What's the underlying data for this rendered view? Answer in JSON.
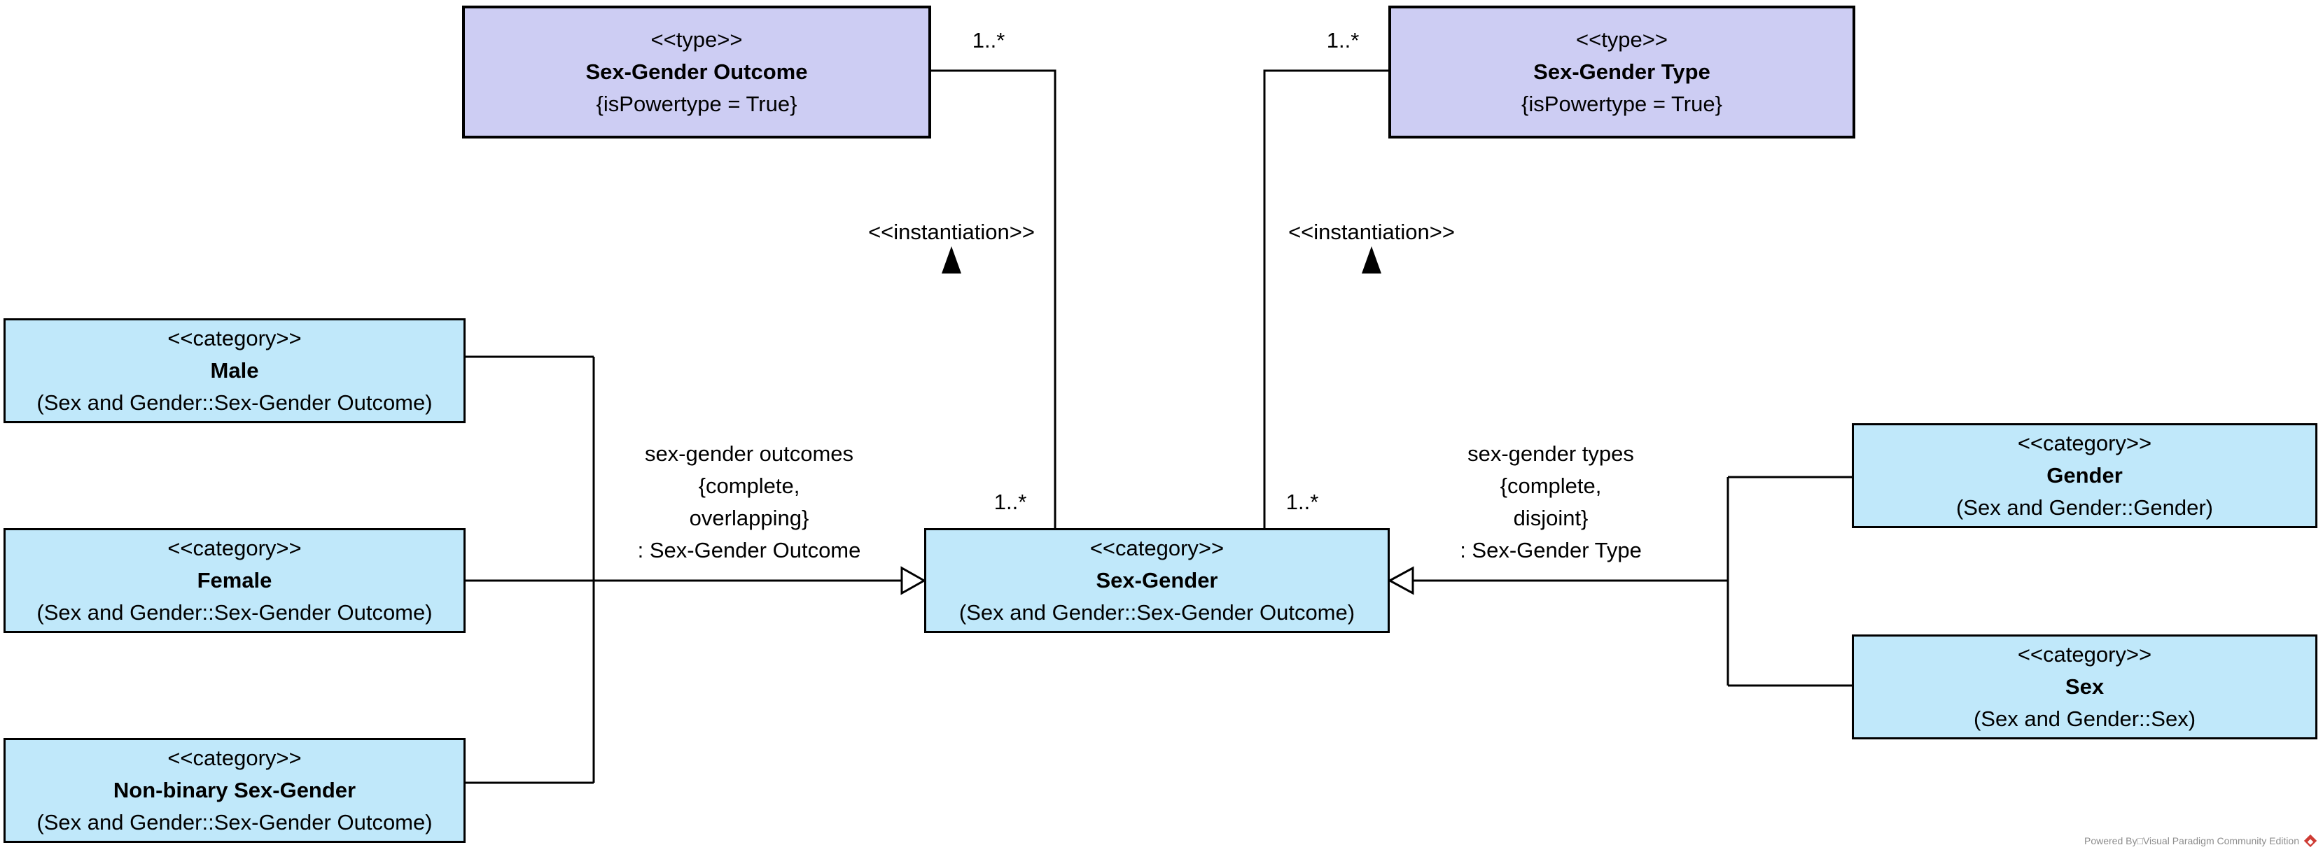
{
  "classes": {
    "outcome_powertype": {
      "stereotype": "<<type>>",
      "name": "Sex-Gender Outcome",
      "constraint": "{isPowertype = True}"
    },
    "type_powertype": {
      "stereotype": "<<type>>",
      "name": "Sex-Gender Type",
      "constraint": "{isPowertype = True}"
    },
    "male": {
      "stereotype": "<<category>>",
      "name": "Male",
      "namespace": "(Sex and Gender::Sex-Gender Outcome)"
    },
    "female": {
      "stereotype": "<<category>>",
      "name": "Female",
      "namespace": "(Sex and Gender::Sex-Gender Outcome)"
    },
    "non_binary": {
      "stereotype": "<<category>>",
      "name": "Non-binary Sex-Gender",
      "namespace": "(Sex and Gender::Sex-Gender Outcome)"
    },
    "sex_gender": {
      "stereotype": "<<category>>",
      "name": "Sex-Gender",
      "namespace": "(Sex and Gender::Sex-Gender Outcome)"
    },
    "gender": {
      "stereotype": "<<category>>",
      "name": "Gender",
      "namespace": "(Sex and Gender::Gender)"
    },
    "sex": {
      "stereotype": "<<category>>",
      "name": "Sex",
      "namespace": "(Sex and Gender::Sex)"
    }
  },
  "relationships": {
    "instantiation_left": {
      "label": "<<instantiation>>",
      "top_multiplicity": "1..*",
      "bottom_multiplicity": "1..*"
    },
    "instantiation_right": {
      "label": "<<instantiation>>",
      "top_multiplicity": "1..*",
      "bottom_multiplicity": "1..*"
    },
    "generalization_set_outcomes": {
      "label": "sex-gender outcomes\n{complete,\noverlapping}\n: Sex-Gender Outcome"
    },
    "generalization_set_types": {
      "label": "sex-gender types\n{complete,\ndisjoint}\n: Sex-Gender Type"
    }
  },
  "watermark": {
    "text": "Powered By□Visual Paradigm Community Edition"
  },
  "colors": {
    "powertype_fill": "#CDCDF3",
    "category_fill": "#C0E8FA",
    "line": "#000000",
    "watermark_text": "#8C8C8C",
    "logo_red": "#CE3B34"
  }
}
